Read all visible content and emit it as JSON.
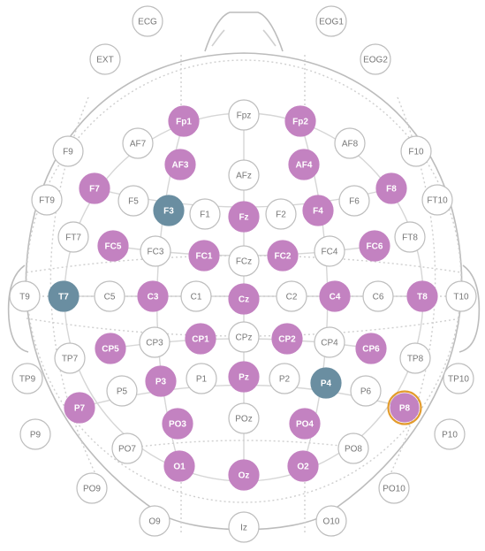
{
  "colors": {
    "default_fill": "#ffffff",
    "default_stroke": "#bdbdbd",
    "default_text": "#777777",
    "active_fill": "#c382c1",
    "active_text": "#ffffff",
    "reference_fill": "#6a8ea1",
    "selected_ring": "#e39b2c",
    "head_outline": "#bcbcbc",
    "guide_line": "#d0d0d0",
    "dotted_line": "#cfcfcf"
  },
  "electrodes": [
    {
      "id": "ECG",
      "label": "ECG",
      "state": "default"
    },
    {
      "id": "EOG1",
      "label": "EOG1",
      "state": "default"
    },
    {
      "id": "EXT",
      "label": "EXT",
      "state": "default"
    },
    {
      "id": "EOG2",
      "label": "EOG2",
      "state": "default"
    },
    {
      "id": "Fp1",
      "label": "Fp1",
      "state": "active"
    },
    {
      "id": "Fpz",
      "label": "Fpz",
      "state": "default"
    },
    {
      "id": "Fp2",
      "label": "Fp2",
      "state": "active"
    },
    {
      "id": "F9",
      "label": "F9",
      "state": "default"
    },
    {
      "id": "AF7",
      "label": "AF7",
      "state": "default"
    },
    {
      "id": "AF3",
      "label": "AF3",
      "state": "active"
    },
    {
      "id": "AFz",
      "label": "AFz",
      "state": "default"
    },
    {
      "id": "AF4",
      "label": "AF4",
      "state": "active"
    },
    {
      "id": "AF8",
      "label": "AF8",
      "state": "default"
    },
    {
      "id": "F10",
      "label": "F10",
      "state": "default"
    },
    {
      "id": "FT9",
      "label": "FT9",
      "state": "default"
    },
    {
      "id": "F7",
      "label": "F7",
      "state": "active"
    },
    {
      "id": "F5",
      "label": "F5",
      "state": "default"
    },
    {
      "id": "F3",
      "label": "F3",
      "state": "reference"
    },
    {
      "id": "F1",
      "label": "F1",
      "state": "default"
    },
    {
      "id": "Fz",
      "label": "Fz",
      "state": "active"
    },
    {
      "id": "F2",
      "label": "F2",
      "state": "default"
    },
    {
      "id": "F4",
      "label": "F4",
      "state": "active"
    },
    {
      "id": "F6",
      "label": "F6",
      "state": "default"
    },
    {
      "id": "F8",
      "label": "F8",
      "state": "active"
    },
    {
      "id": "FT10",
      "label": "FT10",
      "state": "default"
    },
    {
      "id": "FT7",
      "label": "FT7",
      "state": "default"
    },
    {
      "id": "FC5",
      "label": "FC5",
      "state": "active"
    },
    {
      "id": "FC3",
      "label": "FC3",
      "state": "default"
    },
    {
      "id": "FC1",
      "label": "FC1",
      "state": "active"
    },
    {
      "id": "FCz",
      "label": "FCz",
      "state": "default"
    },
    {
      "id": "FC2",
      "label": "FC2",
      "state": "active"
    },
    {
      "id": "FC4",
      "label": "FC4",
      "state": "default"
    },
    {
      "id": "FC6",
      "label": "FC6",
      "state": "active"
    },
    {
      "id": "FT8",
      "label": "FT8",
      "state": "default"
    },
    {
      "id": "T9",
      "label": "T9",
      "state": "default"
    },
    {
      "id": "T7",
      "label": "T7",
      "state": "reference"
    },
    {
      "id": "C5",
      "label": "C5",
      "state": "default"
    },
    {
      "id": "C3",
      "label": "C3",
      "state": "active"
    },
    {
      "id": "C1",
      "label": "C1",
      "state": "default"
    },
    {
      "id": "Cz",
      "label": "Cz",
      "state": "active"
    },
    {
      "id": "C2",
      "label": "C2",
      "state": "default"
    },
    {
      "id": "C4",
      "label": "C4",
      "state": "active"
    },
    {
      "id": "C6",
      "label": "C6",
      "state": "default"
    },
    {
      "id": "T8",
      "label": "T8",
      "state": "active"
    },
    {
      "id": "T10",
      "label": "T10",
      "state": "default"
    },
    {
      "id": "CP5",
      "label": "CP5",
      "state": "active"
    },
    {
      "id": "CP3",
      "label": "CP3",
      "state": "default"
    },
    {
      "id": "CP1",
      "label": "CP1",
      "state": "active"
    },
    {
      "id": "CPz",
      "label": "CPz",
      "state": "default"
    },
    {
      "id": "CP2",
      "label": "CP2",
      "state": "active"
    },
    {
      "id": "CP4",
      "label": "CP4",
      "state": "default"
    },
    {
      "id": "CP6",
      "label": "CP6",
      "state": "active"
    },
    {
      "id": "TP7",
      "label": "TP7",
      "state": "default"
    },
    {
      "id": "TP8",
      "label": "TP8",
      "state": "default"
    },
    {
      "id": "TP9",
      "label": "TP9",
      "state": "default"
    },
    {
      "id": "P5",
      "label": "P5",
      "state": "default"
    },
    {
      "id": "P3",
      "label": "P3",
      "state": "active"
    },
    {
      "id": "P1",
      "label": "P1",
      "state": "default"
    },
    {
      "id": "Pz",
      "label": "Pz",
      "state": "active"
    },
    {
      "id": "P2",
      "label": "P2",
      "state": "default"
    },
    {
      "id": "P4",
      "label": "P4",
      "state": "reference"
    },
    {
      "id": "P6",
      "label": "P6",
      "state": "default"
    },
    {
      "id": "TP10",
      "label": "TP10",
      "state": "default"
    },
    {
      "id": "P7",
      "label": "P7",
      "state": "active"
    },
    {
      "id": "P8",
      "label": "P8",
      "state": "active_selected"
    },
    {
      "id": "P9",
      "label": "P9",
      "state": "default"
    },
    {
      "id": "PO3",
      "label": "PO3",
      "state": "active"
    },
    {
      "id": "POz",
      "label": "POz",
      "state": "default"
    },
    {
      "id": "PO4",
      "label": "PO4",
      "state": "active"
    },
    {
      "id": "P10",
      "label": "P10",
      "state": "default"
    },
    {
      "id": "PO7",
      "label": "PO7",
      "state": "default"
    },
    {
      "id": "PO8",
      "label": "PO8",
      "state": "default"
    },
    {
      "id": "O1",
      "label": "O1",
      "state": "active"
    },
    {
      "id": "Oz",
      "label": "Oz",
      "state": "active"
    },
    {
      "id": "O2",
      "label": "O2",
      "state": "active"
    },
    {
      "id": "PO9",
      "label": "PO9",
      "state": "default"
    },
    {
      "id": "PO10",
      "label": "PO10",
      "state": "default"
    },
    {
      "id": "O9",
      "label": "O9",
      "state": "default"
    },
    {
      "id": "Iz",
      "label": "Iz",
      "state": "default"
    },
    {
      "id": "O10",
      "label": "O10",
      "state": "default"
    }
  ]
}
